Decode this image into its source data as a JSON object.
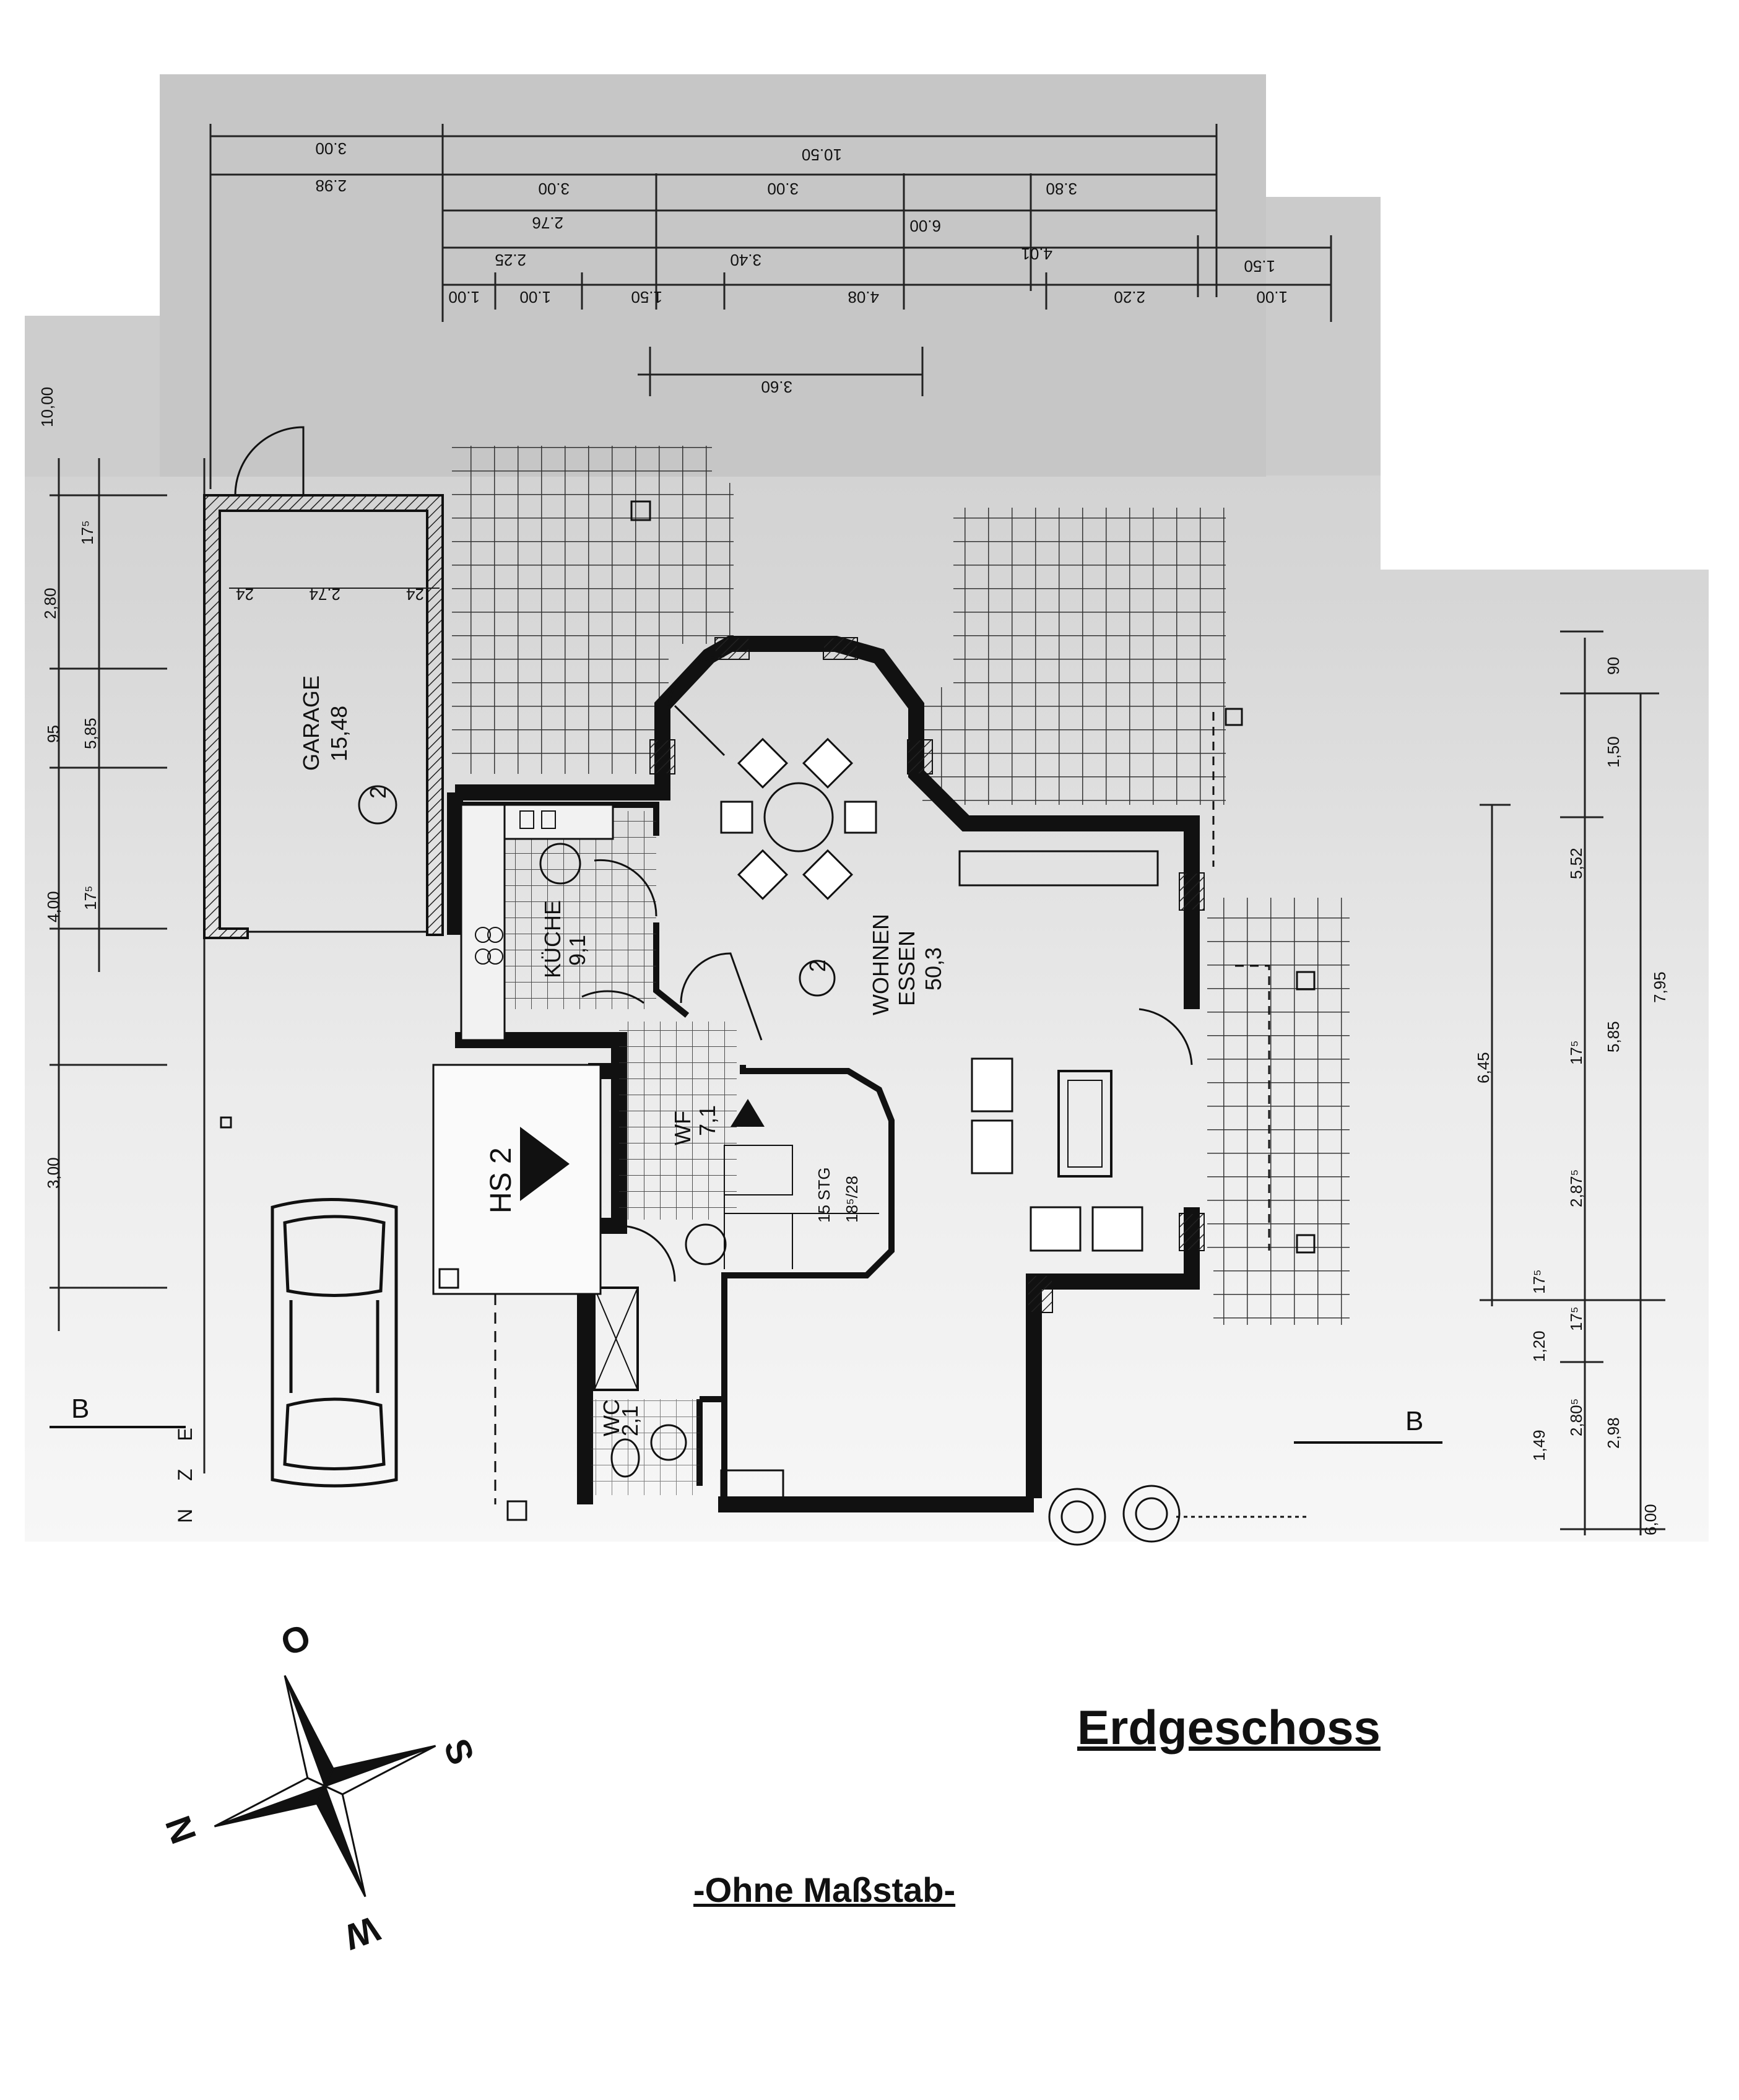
{
  "title": "Erdgeschoss",
  "scale_note": "-Ohne Maßstab-",
  "rooms": {
    "garage": {
      "name": "GARAGE",
      "area": "15,48",
      "marker": "2"
    },
    "kueche": {
      "name": "KÜCHE",
      "area": "9,1"
    },
    "wohnen": {
      "name": "WOHNEN",
      "name2": "ESSEN",
      "area": "50,3",
      "marker": "2"
    },
    "wf": {
      "name": "WF",
      "area": "7,1"
    },
    "wc": {
      "name": "WC",
      "area": "2,1"
    },
    "stair": {
      "line1": "15 STG",
      "line2": "18⁵/28"
    }
  },
  "entrance_label": "HS 2",
  "section_marks": [
    "B",
    "B"
  ],
  "street_text": "N Z E",
  "compass": {
    "north": "N",
    "south": "S",
    "east": "O",
    "west": "W"
  },
  "dimensions": {
    "top_row1": [
      "3.00",
      "10.50"
    ],
    "top_row2": [
      "2.98",
      "3.00",
      "3.00",
      "3.80"
    ],
    "top_row3": [
      "2.76",
      "6.00"
    ],
    "top_row4": [
      "2.25",
      "3.40",
      "4.01",
      "1.50"
    ],
    "top_row5": [
      "1.00",
      "1.00",
      "1.50",
      "4.08",
      "2.20",
      "1.00"
    ],
    "top_row6": [
      "3.60"
    ],
    "left": [
      "10,00",
      "2,80",
      "5,85",
      "4,00",
      "3,00",
      "17⁵",
      "95",
      "17⁵"
    ],
    "garage_inner": [
      "2.74",
      "24",
      "24"
    ],
    "right": [
      "90",
      "1,50",
      "5,52",
      "7,95",
      "6,45",
      "5,85",
      "2,87⁵",
      "17⁵",
      "1,20",
      "2,80⁵",
      "2,98",
      "1,49",
      "6,00",
      "17⁵",
      "17⁵"
    ]
  },
  "colors": {
    "paper": "#ffffff",
    "scan_gray": "#cfcfcf",
    "scan_gray_light": "#e9e9e9",
    "wall": "#1a1a1a",
    "ink": "#111111"
  }
}
